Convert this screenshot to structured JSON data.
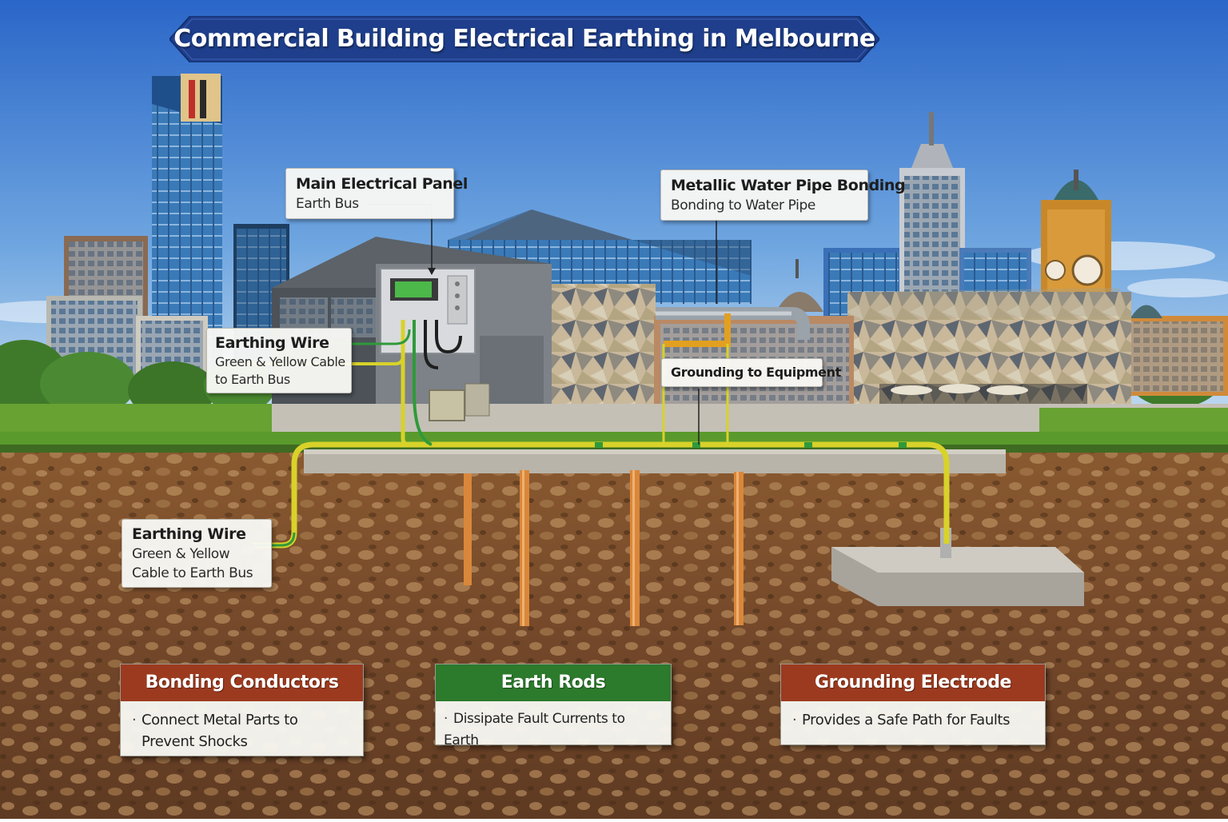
{
  "title": "Commercial Building Electrical Earthing in Melbourne",
  "colors": {
    "banner": "#1f3f8c",
    "sky_top": "#2f6fd0",
    "sky_bottom": "#bcd8f0",
    "soil": "#7a4f2a",
    "grass": "#5f9d2e",
    "copper": "#d9873a",
    "wire_yellow": "#d8d22a",
    "wire_green": "#2f9a3a",
    "box_red": "#9c3a1f",
    "box_green": "#2c7a2c"
  },
  "callouts": {
    "main_panel": {
      "title": "Main Electrical Panel",
      "sub": "Earth Bus"
    },
    "water_pipe": {
      "title": "Metallic Water Pipe Bonding",
      "sub": "Bonding to Water Pipe"
    },
    "earthing_wire_upper": {
      "title": "Earthing Wire",
      "sub1": "Green & Yellow Cable",
      "sub2": "to Earth Bus"
    },
    "grounding_equipment": {
      "title": "Grounding to Equipment"
    },
    "earthing_wire_lower": {
      "title": "Earthing Wire",
      "sub1": "Green & Yellow",
      "sub2": "Cable to Earth Bus"
    }
  },
  "info_boxes": {
    "bonding": {
      "title": "Bonding Conductors",
      "line1": "Connect Metal Parts to",
      "line2": "Prevent Shocks",
      "bullet": "·"
    },
    "rods": {
      "title": "Earth Rods",
      "line1": "Dissipate Fault Currents to Earth",
      "bullet": "·"
    },
    "electrode": {
      "title": "Grounding Electrode",
      "line1": "Provides a Safe Path for Faults",
      "bullet": "·"
    }
  }
}
